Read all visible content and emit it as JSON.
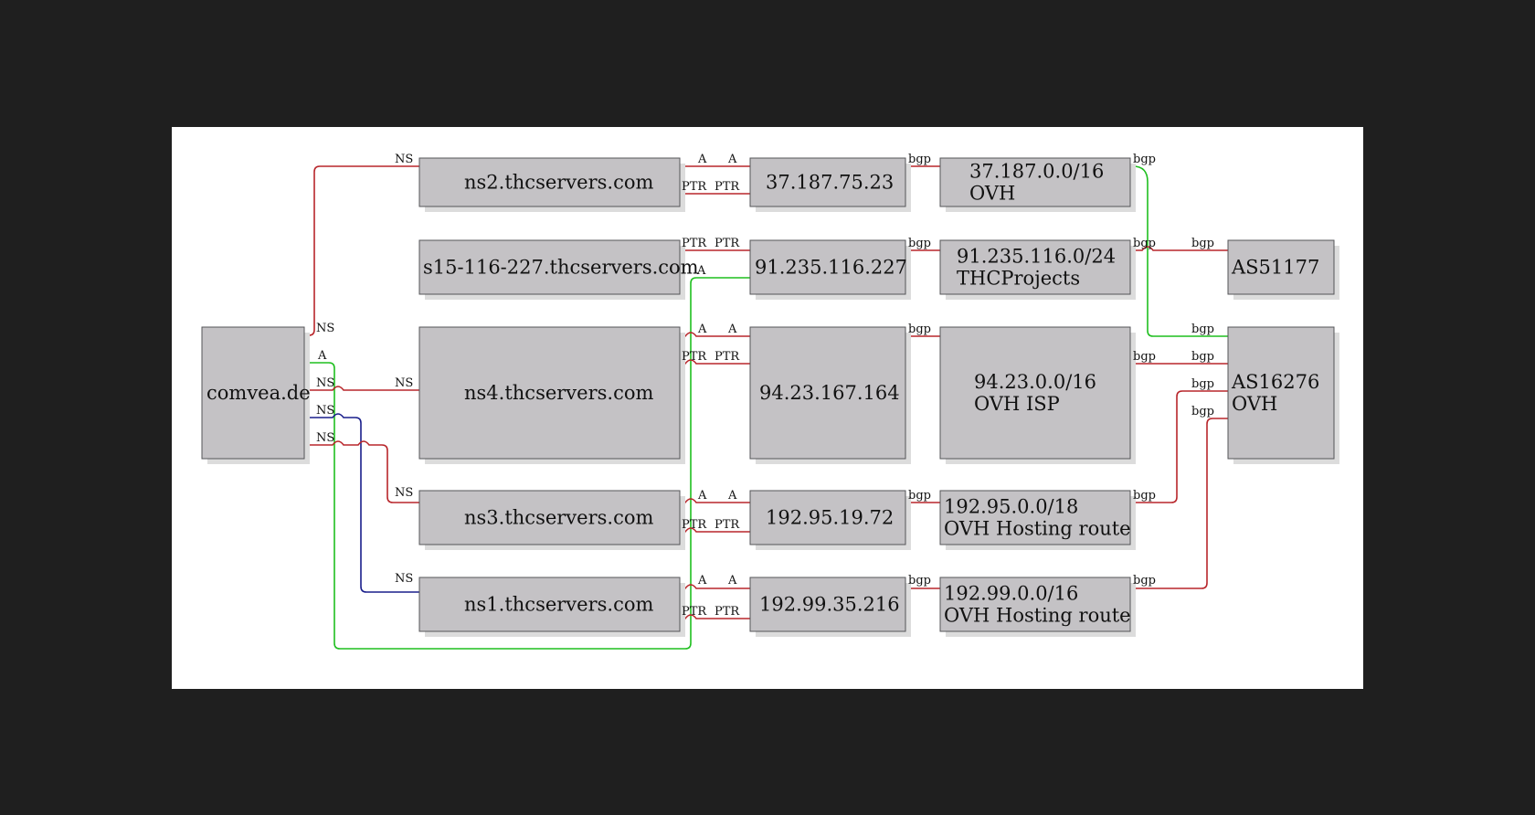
{
  "nodes": {
    "comvea": {
      "lines": [
        "comvea.de"
      ]
    },
    "ns2": {
      "lines": [
        "ns2.thcservers.com"
      ]
    },
    "s15": {
      "lines": [
        "s15-116-227.thcservers.com"
      ]
    },
    "ns4": {
      "lines": [
        "ns4.thcservers.com"
      ]
    },
    "ns3": {
      "lines": [
        "ns3.thcservers.com"
      ]
    },
    "ns1": {
      "lines": [
        "ns1.thcservers.com"
      ]
    },
    "ip1": {
      "lines": [
        "37.187.75.23"
      ]
    },
    "ip2": {
      "lines": [
        "91.235.116.227"
      ]
    },
    "ip3": {
      "lines": [
        "94.23.167.164"
      ]
    },
    "ip4": {
      "lines": [
        "192.95.19.72"
      ]
    },
    "ip5": {
      "lines": [
        "192.99.35.216"
      ]
    },
    "net1": {
      "lines": [
        "37.187.0.0/16",
        "OVH"
      ]
    },
    "net2": {
      "lines": [
        "91.235.116.0/24",
        "THCProjects"
      ]
    },
    "net3": {
      "lines": [
        "94.23.0.0/16",
        "OVH ISP"
      ]
    },
    "net4": {
      "lines": [
        "192.95.0.0/18",
        "OVH Hosting route"
      ]
    },
    "net5": {
      "lines": [
        "192.99.0.0/16",
        "OVH Hosting route"
      ]
    },
    "as1": {
      "lines": [
        "AS51177"
      ]
    },
    "as2": {
      "lines": [
        "AS16276",
        "OVH"
      ]
    }
  },
  "labels": {
    "ns": "NS",
    "a": "A",
    "ptr": "PTR",
    "bgp": "bgp"
  },
  "colors": {
    "red": "#b8262b",
    "green": "#1fbf1f",
    "blue": "#1a1f8c",
    "box_fill": "#c4c2c5"
  }
}
